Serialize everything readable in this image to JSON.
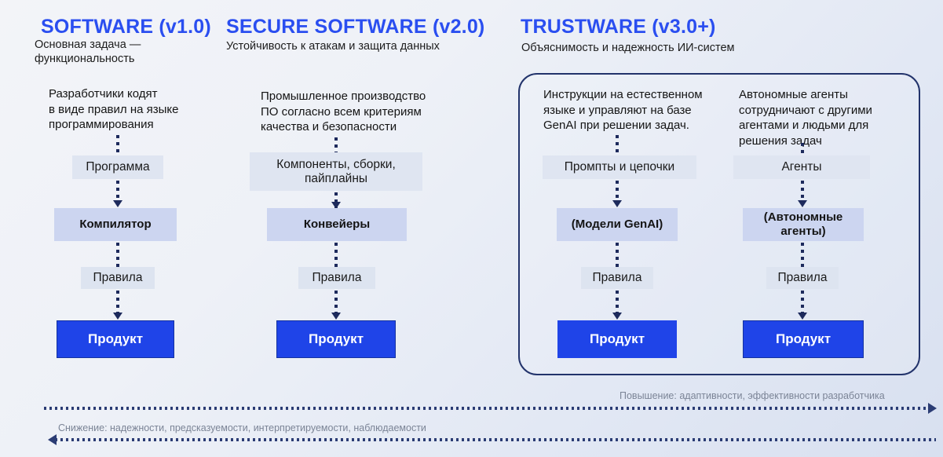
{
  "theme": {
    "accent_blue": "#2a4ef0",
    "product_blue": "#1f44e8",
    "frame_navy": "#22336b",
    "node_plain": "#dfe5f1",
    "node_engine": "#ccd5f0",
    "axis_label_grey": "#7b8496"
  },
  "columns": [
    {
      "title": "SOFTWARE (v1.0)",
      "subtitle": "Основная задача —\nфункциональность",
      "blurb": "Разработчики кодят\nв виде правил на языке\nпрограммирования",
      "nodes": [
        {
          "label": "Программа",
          "kind": "plain"
        },
        {
          "label": "Компилятор",
          "kind": "engine"
        },
        {
          "label": "Правила",
          "kind": "rules"
        },
        {
          "label": "Продукт",
          "kind": "product"
        }
      ]
    },
    {
      "title": "SECURE SOFTWARE (v2.0)",
      "subtitle": "Устойчивость к атакам и защита данных",
      "blurb": "Промышленное производство\nПО согласно всем критериям\nкачества и безопасности",
      "nodes": [
        {
          "label": "Компоненты, сборки,\nпайплайны",
          "kind": "plain"
        },
        {
          "label": "Конвейеры",
          "kind": "engine"
        },
        {
          "label": "Правила",
          "kind": "rules"
        },
        {
          "label": "Продукт",
          "kind": "product"
        }
      ]
    },
    {
      "title": "TRUSTWARE (v3.0+)",
      "subtitle": "Объяснимость и надежность ИИ-систем",
      "blurb": "Инструкции на естественном\nязыке и управляют на базе\nGenAI при решении задач.",
      "nodes": [
        {
          "label": "Промпты и цепочки",
          "kind": "plain"
        },
        {
          "label": "(Модели GenAI)",
          "kind": "engine"
        },
        {
          "label": "Правила",
          "kind": "rules"
        },
        {
          "label": "Продукт",
          "kind": "product"
        }
      ]
    },
    {
      "title": "",
      "subtitle": "",
      "blurb": "Автономные агенты\nсотрудничают с другими\nагентами и людьми для\nрешения задач",
      "nodes": [
        {
          "label": "Агенты",
          "kind": "plain"
        },
        {
          "label": "(Автономные\nагенты)",
          "kind": "engine"
        },
        {
          "label": "Правила",
          "kind": "rules"
        },
        {
          "label": "Продукт",
          "kind": "product"
        }
      ]
    }
  ],
  "axes": {
    "increase_label": "Повышение: адаптивности, эффективности разработчика",
    "decrease_label": "Снижение: надежности, предсказуемости, интерпретируемости, наблюдаемости"
  }
}
